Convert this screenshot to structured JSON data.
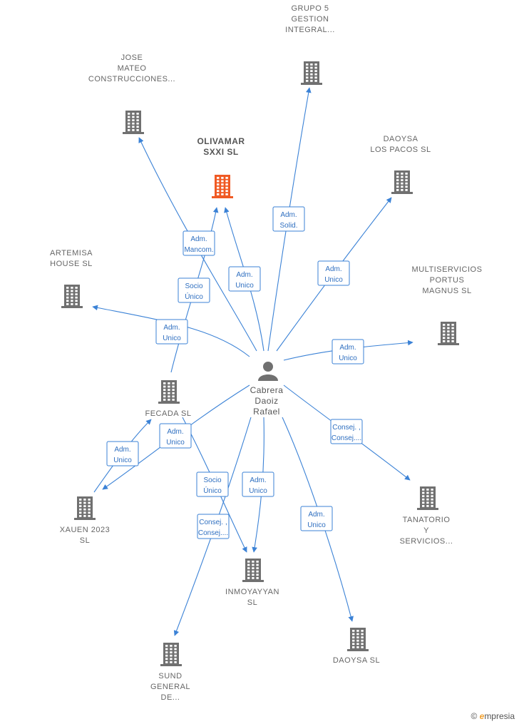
{
  "center": {
    "name": "center-person",
    "lines": [
      "Cabrera",
      "Daoiz",
      "Rafael"
    ]
  },
  "companies": [
    {
      "id": "grupo5",
      "lines": [
        "GRUPO 5",
        "GESTION",
        "INTEGRAL..."
      ],
      "highlight": false
    },
    {
      "id": "jose",
      "lines": [
        "JOSE",
        "MATEO",
        "CONSTRUCCIONES..."
      ],
      "highlight": false
    },
    {
      "id": "olivamar",
      "lines": [
        "OLIVAMAR",
        "SXXI  SL"
      ],
      "highlight": true
    },
    {
      "id": "daoysa-pacos",
      "lines": [
        "DAOYSA",
        "LOS PACOS  SL"
      ],
      "highlight": false
    },
    {
      "id": "artemisa",
      "lines": [
        "ARTEMISA",
        "HOUSE  SL"
      ],
      "highlight": false
    },
    {
      "id": "multiservicios",
      "lines": [
        "MULTISERVICIOS",
        "PORTUS",
        "MAGNUS  SL"
      ],
      "highlight": false
    },
    {
      "id": "fecada",
      "lines": [
        "FECADA SL"
      ],
      "highlight": false
    },
    {
      "id": "xauen",
      "lines": [
        "XAUEN 2023",
        "SL"
      ],
      "highlight": false
    },
    {
      "id": "tanatorio",
      "lines": [
        "TANATORIO",
        "Y",
        "SERVICIOS..."
      ],
      "highlight": false
    },
    {
      "id": "inmoyayyan",
      "lines": [
        "INMOYAYYAN",
        "SL"
      ],
      "highlight": false
    },
    {
      "id": "daoysa",
      "lines": [
        "DAOYSA  SL"
      ],
      "highlight": false
    },
    {
      "id": "sund",
      "lines": [
        "SUND",
        "GENERAL",
        "DE..."
      ],
      "highlight": false
    }
  ],
  "edges": [
    {
      "id": "e-grupo5",
      "lines": [
        "Adm.",
        "Solid."
      ]
    },
    {
      "id": "e-jose",
      "lines": [
        "Adm.",
        "Mancom."
      ]
    },
    {
      "id": "e-olivamar-1",
      "lines": [
        "Adm.",
        "Unico"
      ]
    },
    {
      "id": "e-olivamar-2",
      "lines": [
        "Socio",
        "Único"
      ]
    },
    {
      "id": "e-daoysa-pacos",
      "lines": [
        "Adm.",
        "Unico"
      ]
    },
    {
      "id": "e-artemisa",
      "lines": [
        "Adm.",
        "Unico"
      ]
    },
    {
      "id": "e-multi",
      "lines": [
        "Adm.",
        "Unico"
      ]
    },
    {
      "id": "e-xauen-c",
      "lines": [
        "Adm.",
        "Unico"
      ]
    },
    {
      "id": "e-xauen-fecada",
      "lines": [
        "Adm.",
        "Unico"
      ]
    },
    {
      "id": "e-tanatorio",
      "lines": [
        "Consej. ,",
        "Consej...."
      ]
    },
    {
      "id": "e-inmo-1",
      "lines": [
        "Socio",
        "Único"
      ]
    },
    {
      "id": "e-inmo-2",
      "lines": [
        "Adm.",
        "Unico"
      ]
    },
    {
      "id": "e-sund",
      "lines": [
        "Consej. ,",
        "Consej...."
      ]
    },
    {
      "id": "e-daoysa",
      "lines": [
        "Adm.",
        "Unico"
      ]
    }
  ],
  "colors": {
    "edge": "#3b82d6",
    "building": "#707070",
    "highlight": "#f05a24"
  },
  "footer": {
    "copyright": "©",
    "brand_initial": "e",
    "brand_rest": "mpresia"
  }
}
